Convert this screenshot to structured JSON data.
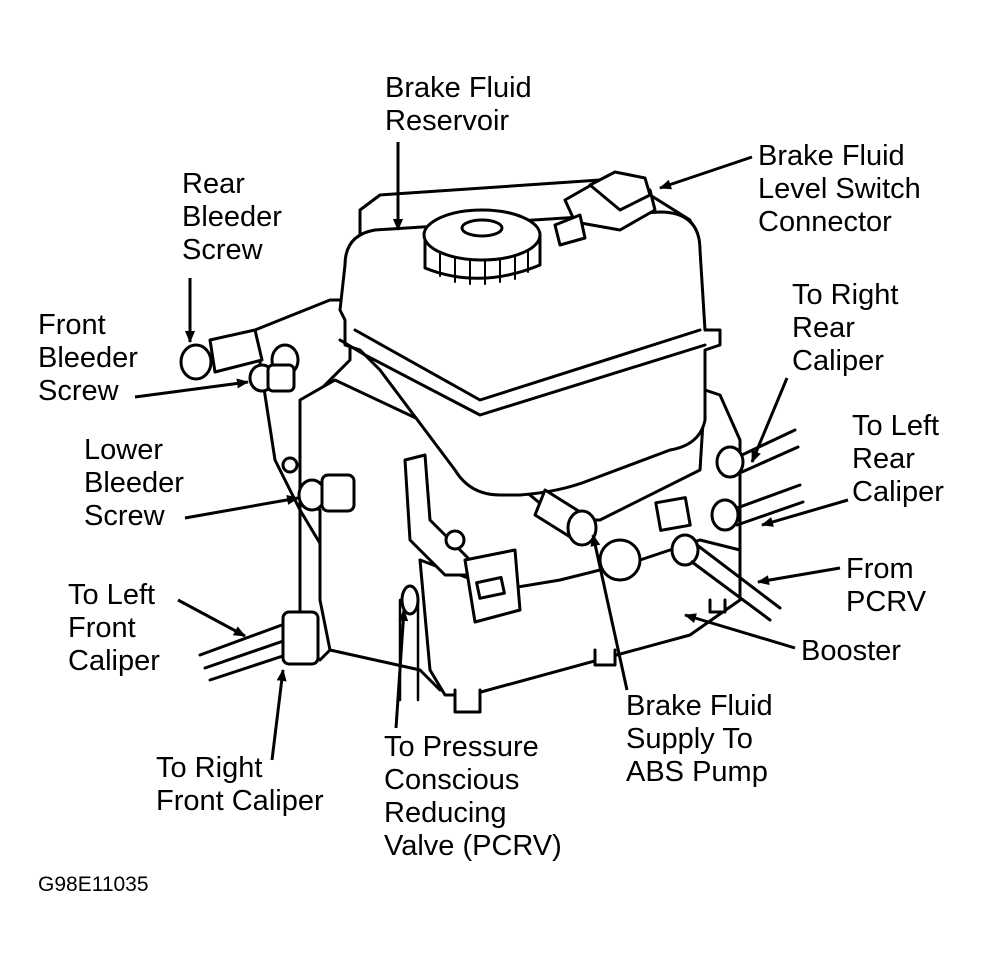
{
  "labels": {
    "brake_fluid_reservoir": "Brake Fluid\nReservoir",
    "level_switch_connector": "Brake Fluid\nLevel Switch\nConnector",
    "rear_bleeder_screw": "Rear\nBleeder\nScrew",
    "front_bleeder_screw": "Front\nBleeder\nScrew",
    "right_rear_caliper": "To Right\nRear\nCaliper",
    "left_rear_caliper": "To Left\nRear\nCaliper",
    "lower_bleeder_screw": "Lower\nBleeder\nScrew",
    "from_pcrv": "From\nPCRV",
    "left_front_caliper": "To Left\nFront\nCaliper",
    "booster": "Booster",
    "abs_pump_supply": "Brake Fluid\nSupply To\nABS Pump",
    "right_front_caliper": "To Right\nFront Caliper",
    "pcrv_valve": "To Pressure\nConscious\nReducing\nValve (PCRV)"
  },
  "figure_code": "G98E11035",
  "colors": {
    "ink": "#000000",
    "paper": "#ffffff"
  }
}
